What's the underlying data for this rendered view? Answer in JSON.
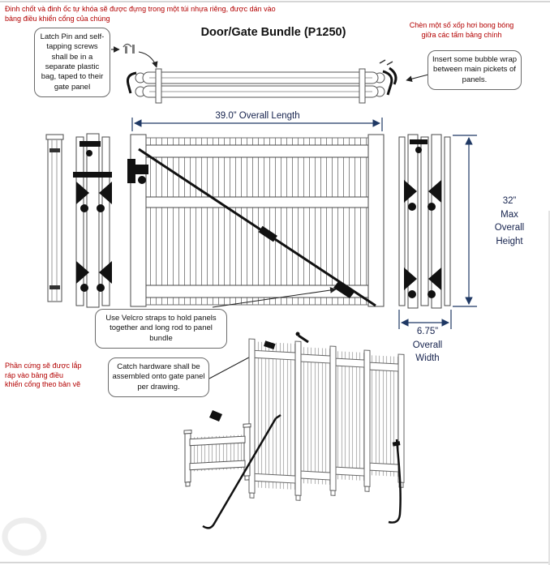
{
  "title": "Door/Gate Bundle (P1250)",
  "notes": {
    "vn_top": "Đinh chốt và đinh ốc tự khóa sẽ được đựng trong một túi nhựa riêng, được dán vào bảng điều khiển cổng của chúng",
    "vn_right_line1": "Chèn một số xốp hơi bong bóng",
    "vn_right_line2": "giữa các tấm bảng chính",
    "vn_left_line1": "Phần cứng sẽ được lắp",
    "vn_left_line2": "ráp vào bảng điều",
    "vn_left_line3": "khiển cổng theo bản vẽ"
  },
  "callouts": {
    "latch_pin": "Latch Pin and self-tapping screws shall be in a separate plastic bag, taped to their gate panel",
    "bubble_wrap": "Insert some bubble wrap between main pickets of panels.",
    "velcro": "Use Velcro straps to hold panels together and long rod to panel bundle",
    "catch_hardware": "Catch hardware shall be assembled onto gate panel per drawing."
  },
  "dimensions": {
    "overall_length": "39.0” Overall Length",
    "height1": "32”",
    "height2": "Max",
    "height3": "Overall",
    "height4": "Height",
    "width1": "6.75”",
    "width2": "Overall",
    "width3": "Width"
  },
  "colors": {
    "note_red": "#b30000",
    "dim_navy": "#1f3864",
    "line_dark": "#333333"
  }
}
